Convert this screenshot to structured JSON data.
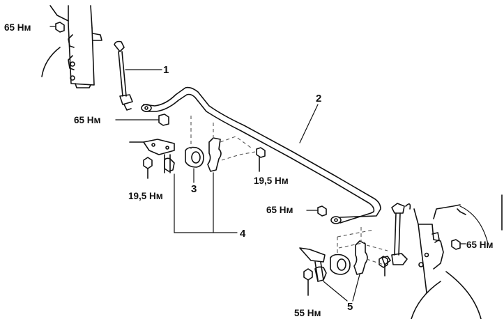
{
  "colors": {
    "ink": "#111111",
    "dashes": "#555555",
    "background": "#ffffff"
  },
  "labels": {
    "torque_top_left": "65 Нм",
    "part_1": "1",
    "part_2": "2",
    "torque_left_mid": "65 Нм",
    "torque_bolt_left": "19,5 Нм",
    "part_3": "3",
    "torque_bolt_mid": "19,5 Нм",
    "part_4": "4",
    "torque_right_mid": "65 Нм",
    "torque_right_edge": "65 Нм",
    "torque_bottom": "55 Нм",
    "part_5": "5"
  }
}
